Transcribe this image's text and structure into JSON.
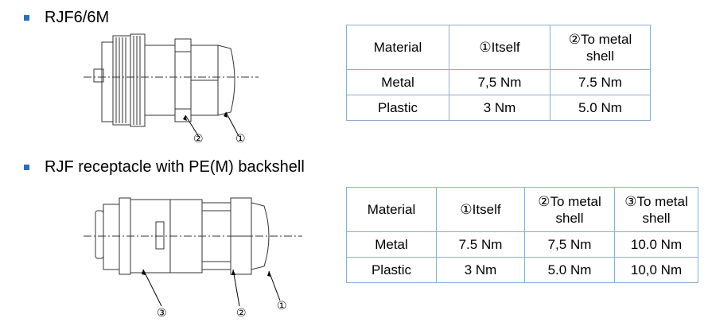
{
  "section1": {
    "heading": "RJF6/6M",
    "callouts": {
      "c2": "②",
      "c1": "①"
    },
    "table": {
      "headers": [
        "Material",
        "①Itself",
        "②To metal shell"
      ],
      "rows": [
        [
          "Metal",
          "7,5 Nm",
          "7.5 Nm"
        ],
        [
          "Plastic",
          "3 Nm",
          "5.0 Nm"
        ]
      ]
    }
  },
  "section2": {
    "heading": "RJF receptacle with PE(M) backshell",
    "callouts": {
      "c3": "③",
      "c2": "②",
      "c1": "①"
    },
    "table": {
      "headers": [
        "Material",
        "①Itself",
        "②To metal shell",
        "③To metal shell"
      ],
      "rows": [
        [
          "Metal",
          "7.5 Nm",
          "7,5 Nm",
          "10.0 Nm"
        ],
        [
          "Plastic",
          "3 Nm",
          "5.0 Nm",
          "10,0 Nm"
        ]
      ]
    }
  },
  "colors": {
    "bullet": "#2e6db4",
    "table_border": "#8faecf"
  }
}
